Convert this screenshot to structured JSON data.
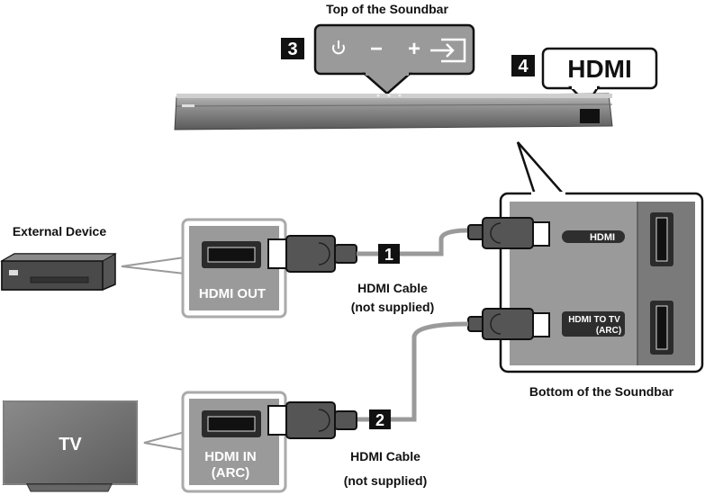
{
  "top_caption": "Top of the Soundbar",
  "steps": {
    "s1": "1",
    "s2": "2",
    "s3": "3",
    "s4": "4"
  },
  "callout_hdmi": "HDMI",
  "top_buttons": {
    "power": "power-icon",
    "minus": "−",
    "plus": "+",
    "source": "source-input-icon"
  },
  "external_device": {
    "title": "External Device",
    "port_label": "HDMI OUT"
  },
  "cable1": {
    "line1": "HDMI Cable",
    "line2": "(not supplied)"
  },
  "cable2": {
    "line1": "HDMI Cable",
    "line2": "(not supplied)"
  },
  "tv": {
    "label": "TV",
    "port_line1": "HDMI IN",
    "port_line2": "(ARC)"
  },
  "soundbar_bottom": {
    "caption": "Bottom of the Soundbar",
    "port_hdmi": "HDMI",
    "port_tv_line1": "HDMI TO TV",
    "port_tv_line2": "(ARC)"
  },
  "colors": {
    "panel": "#9a9a9a",
    "panel_dark": "#6e6e6e",
    "callout_border": "#111111",
    "label_bg": "#3a3a3a",
    "badge_bg": "#111111"
  }
}
